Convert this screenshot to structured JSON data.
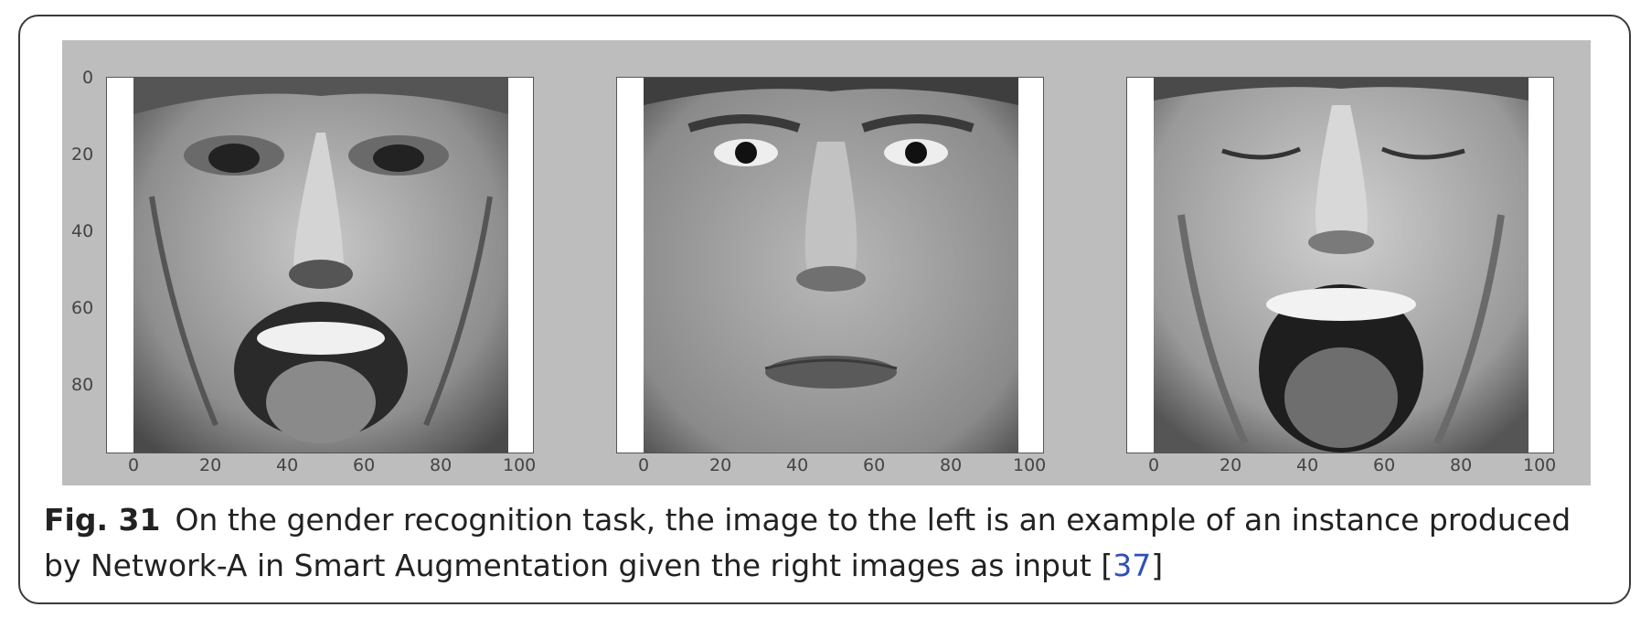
{
  "figure": {
    "label": "Fig. 31",
    "caption": "On the gender recognition task, the image to the left is an example of an instance produced by Network-A in Smart Augmentation given the right images as input [",
    "citation": "37",
    "caption_end": "]",
    "panels": [
      {
        "description": "generated face instance (left)",
        "x_ticks": [
          "0",
          "20",
          "40",
          "60",
          "80",
          "100"
        ],
        "y_ticks": [
          "0",
          "20",
          "40",
          "60",
          "80"
        ]
      },
      {
        "description": "input face, neutral expression",
        "x_ticks": [
          "0",
          "20",
          "40",
          "60",
          "80",
          "100"
        ],
        "y_ticks": []
      },
      {
        "description": "input face, open mouth with closed eyes",
        "x_ticks": [
          "0",
          "20",
          "40",
          "60",
          "80",
          "100"
        ],
        "y_ticks": []
      }
    ]
  }
}
